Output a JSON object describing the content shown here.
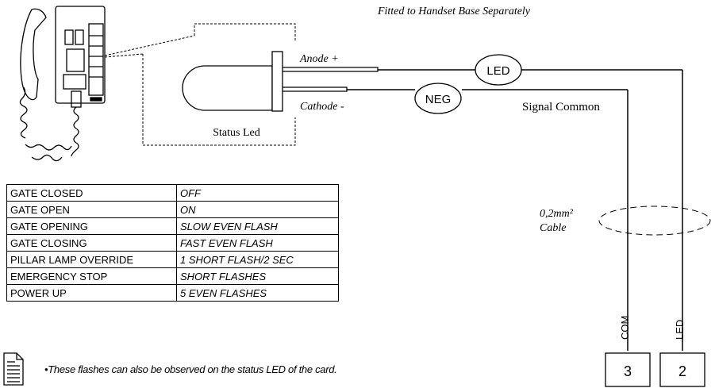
{
  "header_note": "Fitted to Handset Base Separately",
  "led_labels": {
    "anode": "Anode +",
    "cathode": "Cathode -",
    "status_led": "Status Led"
  },
  "wire_labels": {
    "led_bubble": "LED",
    "neg_bubble": "NEG",
    "signal_common": "Signal Common",
    "cable_line1": "0,2mm²",
    "cable_line2": "Cable"
  },
  "terminals": [
    {
      "wire_label": "COM",
      "number": "3"
    },
    {
      "wire_label": "LED",
      "number": "2"
    }
  ],
  "status_table": [
    {
      "state": "GATE CLOSED",
      "indication": "OFF"
    },
    {
      "state": "GATE OPEN",
      "indication": "ON"
    },
    {
      "state": "GATE OPENING",
      "indication": "SLOW EVEN FLASH"
    },
    {
      "state": "GATE CLOSING",
      "indication": "FAST EVEN FLASH"
    },
    {
      "state": "PILLAR LAMP OVERRIDE",
      "indication": "1 SHORT FLASH/2 SEC"
    },
    {
      "state": "EMERGENCY STOP",
      "indication": "SHORT FLASHES"
    },
    {
      "state": "POWER UP",
      "indication": "5 EVEN FLASHES"
    }
  ],
  "note": {
    "icon": "note-icon",
    "text": "•These flashes can also be observed on the status LED of the card."
  }
}
